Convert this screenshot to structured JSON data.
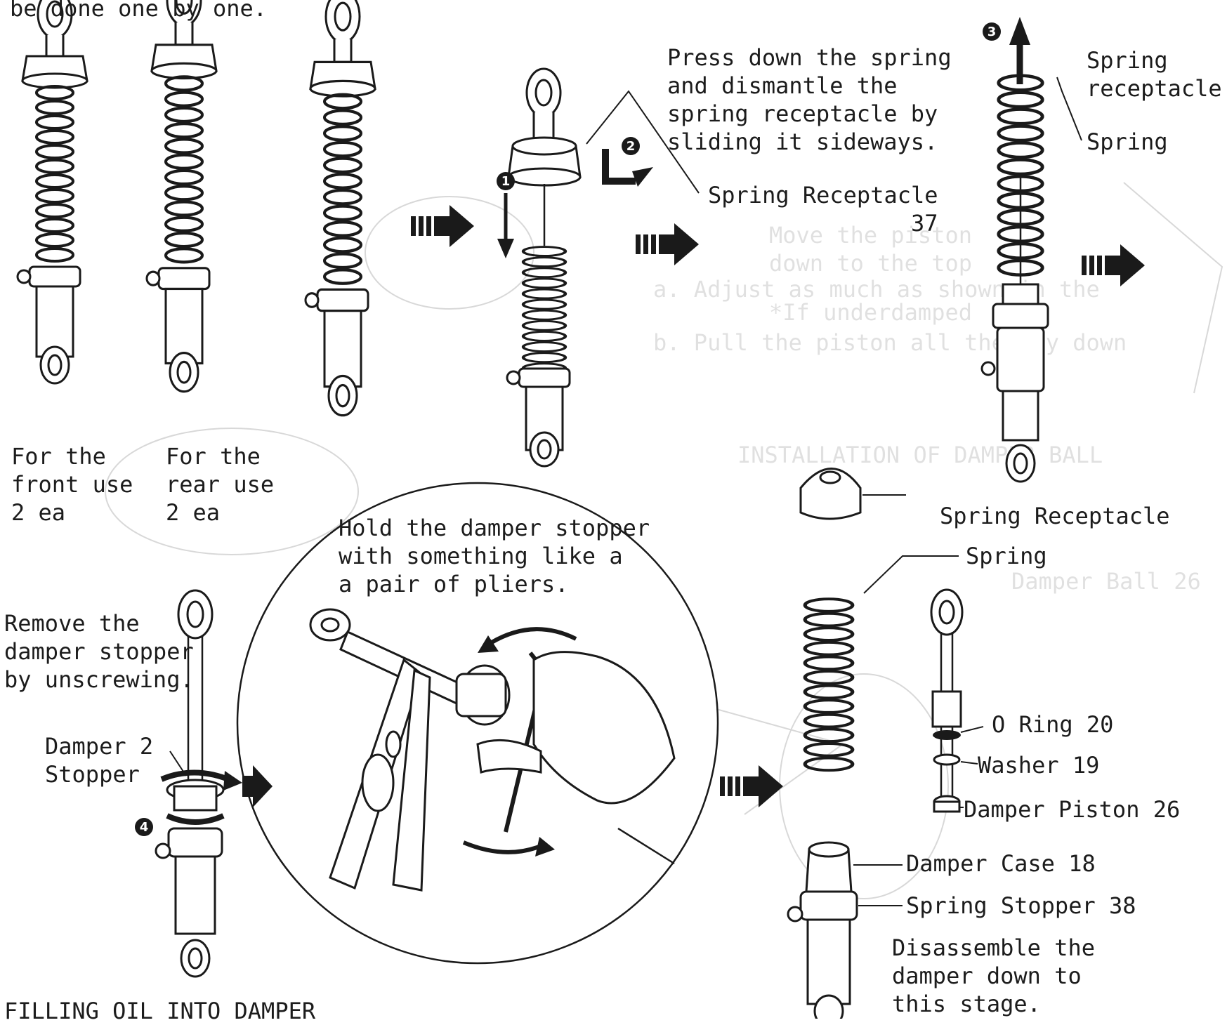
{
  "page": {
    "top_fragment": "be done one by one.",
    "bottom_fragment": "FILLING OIL INTO DAMPER"
  },
  "captions": {
    "front_use": "For the\nfront use\n2 ea",
    "rear_use": "For the\nrear use\n2 ea"
  },
  "steps": {
    "press_spring": "Press down the spring\nand dismantle the\nspring receptacle by\nsliding it sideways.",
    "remove_stopper": "Remove the\ndamper stopper\nby unscrewing.",
    "hold_stopper": "Hold the damper stopper\nwith something like a\na pair of pliers.",
    "disassemble_note": "Disassemble the\ndamper down to\nthis stage."
  },
  "step_markers": [
    "1",
    "2",
    "3",
    "4"
  ],
  "part_labels": {
    "spring_receptacle_37": "Spring Receptacle\n37",
    "spring_receptacle_top": "Spring\nreceptacle",
    "spring_top": "Spring",
    "spring_receptacle_mid": "Spring Receptacle",
    "spring_lower": "Spring",
    "damper_stopper_2": "Damper 2\nStopper",
    "o_ring_20": "O Ring 20",
    "washer_19": "Washer 19",
    "damper_piston_26": "Damper Piston 26",
    "damper_case_18": "Damper Case 18",
    "spring_stopper_38": "Spring Stopper 38"
  },
  "background_bleed": [
    "Move the piston",
    "down to the top",
    "*If underdamped",
    "a. Adjust as much as shown in the",
    "b. Pull the piston all the way down",
    "INSTALLATION OF DAMPER BALL",
    "Damper Ball 26"
  ],
  "colors": {
    "ink": "#1a1a1a",
    "paper": "#ffffff",
    "bleed": "#d8d8d8"
  }
}
